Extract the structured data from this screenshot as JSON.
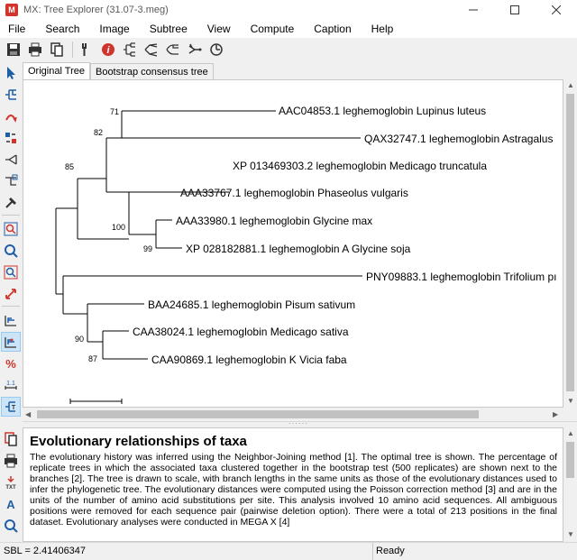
{
  "window": {
    "title": "MX: Tree Explorer (31.07-3.meg)",
    "app_icon": "M"
  },
  "menu": [
    "File",
    "Search",
    "Image",
    "Subtree",
    "View",
    "Compute",
    "Caption",
    "Help"
  ],
  "tabs": [
    {
      "label": "Original Tree",
      "active": true
    },
    {
      "label": "Bootstrap consensus tree",
      "active": false
    }
  ],
  "tree": {
    "taxa": [
      "AAC04853.1 leghemoglobin Lupinus luteus",
      "QAX32747.1 leghemoglobin Astragalus",
      "XP 013469303.2 leghemoglobin Medicago truncatula",
      "AAA33767.1 leghemoglobin Phaseolus vulgaris",
      "AAA33980.1 leghemoglobin Glycine max",
      "XP 028182881.1 leghemoglobin A Glycine soja",
      "PNY09883.1 leghemoglobin Trifolium pı",
      "BAA24685.1 leghemoglobin Pisum sativum",
      "CAA38024.1 leghemoglobin Medicago sativa",
      "CAA90869.1 leghemoglobin K Vicia faba"
    ],
    "bootstrap": [
      "71",
      "82",
      "85",
      "100",
      "99",
      "90",
      "87"
    ]
  },
  "caption": {
    "title": "Evolutionary relationships of taxa",
    "body": "The evolutionary history was inferred using the Neighbor-Joining method [1]. The optimal tree is shown. The percentage of replicate trees in which the associated taxa clustered together in the bootstrap test (500 replicates) are shown next to the branches [2]. The tree is drawn to scale, with branch lengths in the same units as those of the evolutionary distances used to infer the phylogenetic tree. The evolutionary distances were computed using the Poisson correction method [3] and are in the units of the number of amino acid substitutions per site. This analysis involved 10 amino acid sequences. All ambiguous positions were removed for each sequence pair (pairwise deletion option). There were a total of 213 positions in the final dataset. Evolutionary analyses were conducted in MEGA X [4]"
  },
  "status": {
    "sbl": "SBL = 2.41406347",
    "state": "Ready"
  },
  "colors": {
    "accent": "#cce4f7",
    "icon_blue": "#1f5fa8",
    "icon_red": "#d0342c"
  }
}
